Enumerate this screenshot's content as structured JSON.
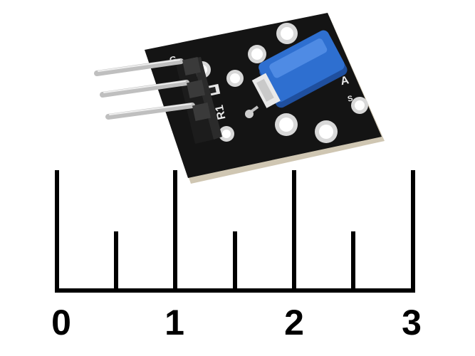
{
  "module": {
    "silkscreen": [
      "R1",
      "A",
      "S",
      "G"
    ],
    "colors": {
      "pcb": "#141414",
      "pcb_edge": "#cfc6b2",
      "switch": "#2e6fd0",
      "switch_dark": "#1f4f9e",
      "pin": "#bfbfbf",
      "header": "#1c1c1c",
      "pad": "#d8d8d8"
    },
    "icons": [
      "tilt-switch-module-image",
      "pin-header-icon",
      "tilt-switch-icon"
    ]
  },
  "ruler": {
    "labels": [
      "0",
      "1",
      "2",
      "3"
    ],
    "line_color": "#000000"
  }
}
